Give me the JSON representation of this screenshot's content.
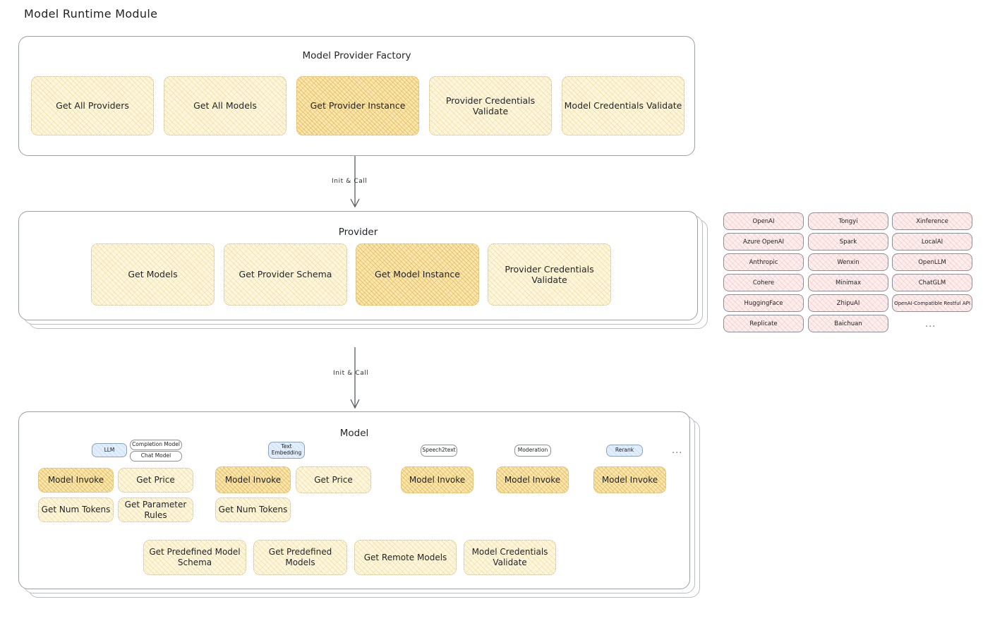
{
  "page": {
    "title": "Model Runtime Module"
  },
  "factory": {
    "title": "Model Provider Factory",
    "nodes": [
      {
        "label": "Get All Providers",
        "highlight": false
      },
      {
        "label": "Get All Models",
        "highlight": false
      },
      {
        "label": "Get Provider Instance",
        "highlight": true
      },
      {
        "label": "Provider Credentials Validate",
        "highlight": false
      },
      {
        "label": "Model Credentials Validate",
        "highlight": false
      }
    ]
  },
  "arrow1": {
    "label": "Init & Call"
  },
  "provider": {
    "title": "Provider",
    "nodes": [
      {
        "label": "Get Models",
        "highlight": false
      },
      {
        "label": "Get Provider Schema",
        "highlight": false
      },
      {
        "label": "Get Model Instance",
        "highlight": true
      },
      {
        "label": "Provider Credentials Validate",
        "highlight": false
      }
    ]
  },
  "provider_list": {
    "columns": [
      [
        "OpenAI",
        "Azure OpenAI",
        "Anthropic",
        "Cohere",
        "HuggingFace",
        "Replicate"
      ],
      [
        "Tongyi",
        "Spark",
        "Wenxin",
        "Minimax",
        "ZhipuAI",
        "Baichuan"
      ],
      [
        "Xinference",
        "LocalAI",
        "OpenLLM",
        "ChatGLM",
        "OpenAI-Compatible Restful API"
      ]
    ],
    "more": "..."
  },
  "arrow2": {
    "label": "Init & Call"
  },
  "model": {
    "title": "Model",
    "more": "...",
    "groups": [
      {
        "type": "LLM",
        "type_style": "blue",
        "sub_types": [
          "Completion Model",
          "Chat Model"
        ],
        "nodes": [
          {
            "label": "Model Invoke",
            "highlight": true
          },
          {
            "label": "Get Price",
            "highlight": false
          },
          {
            "label": "Get Num Tokens",
            "highlight": false
          },
          {
            "label": "Get Parameter Rules",
            "highlight": false
          }
        ]
      },
      {
        "type": "Text Embedding",
        "type_style": "blue",
        "sub_types": [],
        "nodes": [
          {
            "label": "Model Invoke",
            "highlight": true
          },
          {
            "label": "Get Price",
            "highlight": false
          },
          {
            "label": "Get Num Tokens",
            "highlight": false
          }
        ]
      },
      {
        "type": "Speech2text",
        "type_style": "white",
        "sub_types": [],
        "nodes": [
          {
            "label": "Model Invoke",
            "highlight": true
          }
        ]
      },
      {
        "type": "Moderation",
        "type_style": "white",
        "sub_types": [],
        "nodes": [
          {
            "label": "Model Invoke",
            "highlight": true
          }
        ]
      },
      {
        "type": "Rerank",
        "type_style": "blue",
        "sub_types": [],
        "nodes": [
          {
            "label": "Model Invoke",
            "highlight": true
          }
        ]
      }
    ],
    "shared_nodes": [
      {
        "label": "Get Predefined Model Schema"
      },
      {
        "label": "Get Predefined Models"
      },
      {
        "label": "Get Remote Models"
      },
      {
        "label": "Model Credentials Validate"
      }
    ]
  },
  "colors": {
    "node_fill": "#fdf6dd",
    "node_highlight_fill": "#fbe6ae",
    "chip_fill": "#fdeeee",
    "type_chip_blue": "#e2eefb",
    "panel_border": "#9aa0a6"
  }
}
